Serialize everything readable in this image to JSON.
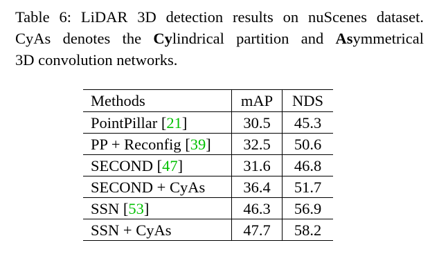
{
  "caption": {
    "label": "Table 6:",
    "line1_rest": "LiDAR 3D detection results on nuScenes dataset.",
    "line2_a": "CyAs denotes the ",
    "line2_bold1": "Cy",
    "line2_b": "lindrical partition and ",
    "line2_bold2": "As",
    "line2_c": "ymmetrical",
    "line3": "3D convolution networks."
  },
  "table": {
    "headers": {
      "method": "Methods",
      "map": "mAP",
      "nds": "NDS"
    },
    "rows": [
      {
        "method": "PointPillar ",
        "open": "[",
        "cite": "21",
        "close": "]",
        "map": "30.5",
        "nds": "45.3"
      },
      {
        "method": "PP + Reconfig ",
        "open": "[",
        "cite": "39",
        "close": "]",
        "map": "32.5",
        "nds": "50.6"
      },
      {
        "method": "SECOND ",
        "open": "[",
        "cite": "47",
        "close": "]",
        "map": "31.6",
        "nds": "46.8"
      },
      {
        "method": "SECOND + CyAs",
        "open": "",
        "cite": "",
        "close": "",
        "map": "36.4",
        "nds": "51.7"
      },
      {
        "method": "SSN ",
        "open": "[",
        "cite": "53",
        "close": "]",
        "map": "46.3",
        "nds": "56.9"
      },
      {
        "method": "SSN + CyAs",
        "open": "",
        "cite": "",
        "close": "",
        "map": "47.7",
        "nds": "58.2"
      }
    ]
  },
  "colors": {
    "citation": "#00c000",
    "text": "#000000",
    "background": "#ffffff"
  }
}
